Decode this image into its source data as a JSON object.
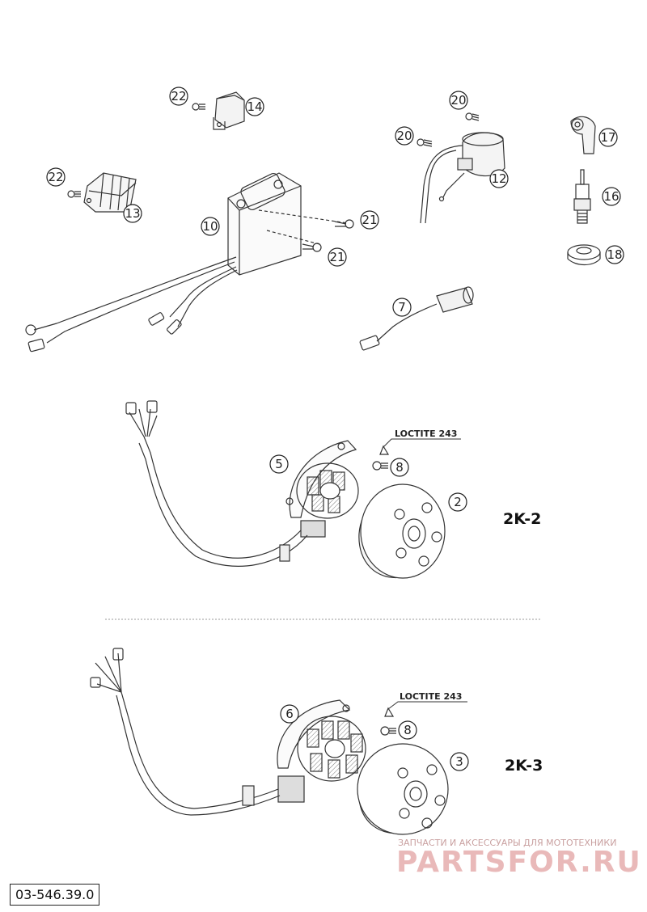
{
  "callouts": {
    "c2": "2",
    "c3": "3",
    "c5": "5",
    "c6": "6",
    "c7": "7",
    "c8a": "8",
    "c8b": "8",
    "c10": "10",
    "c12": "12",
    "c13": "13",
    "c14": "14",
    "c16": "16",
    "c17": "17",
    "c18": "18",
    "c20a": "20",
    "c20b": "20",
    "c21a": "21",
    "c21b": "21",
    "c22a": "22",
    "c22b": "22"
  },
  "annotations": {
    "loctite_top": "LOCTITE 243",
    "loctite_bottom": "LOCTITE 243"
  },
  "variants": {
    "top": "2K-2",
    "bottom": "2K-3"
  },
  "watermark": {
    "subtitle": "ЗАПЧАСТИ И АКСЕССУАРЫ ДЛЯ МОТОТЕХНИКИ",
    "brand": "PARTSFOR.RU"
  },
  "doc_number": "03-546.39.0"
}
